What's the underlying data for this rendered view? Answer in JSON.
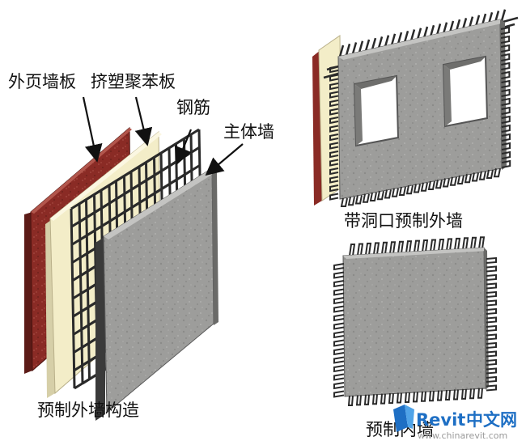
{
  "labels": {
    "outer_leaf": "外页墙板",
    "xps_board": "挤塑聚苯板",
    "rebar": "钢筋",
    "main_wall": "主体墙",
    "opening_wall_caption": "带洞口预制外墙",
    "exterior_wall_caption": "预制外墙构造",
    "interior_wall_caption": "预制内墙"
  },
  "watermark": {
    "brand_latin": "Revit",
    "brand_cn": "中文网",
    "url": "www.chinarevit.com"
  },
  "colors": {
    "brick": "#8a2b25",
    "insulation": "#f3edc8",
    "concrete": "#9a9a98",
    "rebar": "#2a2a2a",
    "watermark_blue": "#1e6fc4"
  },
  "icons": [
    "revit-logo-icon"
  ]
}
